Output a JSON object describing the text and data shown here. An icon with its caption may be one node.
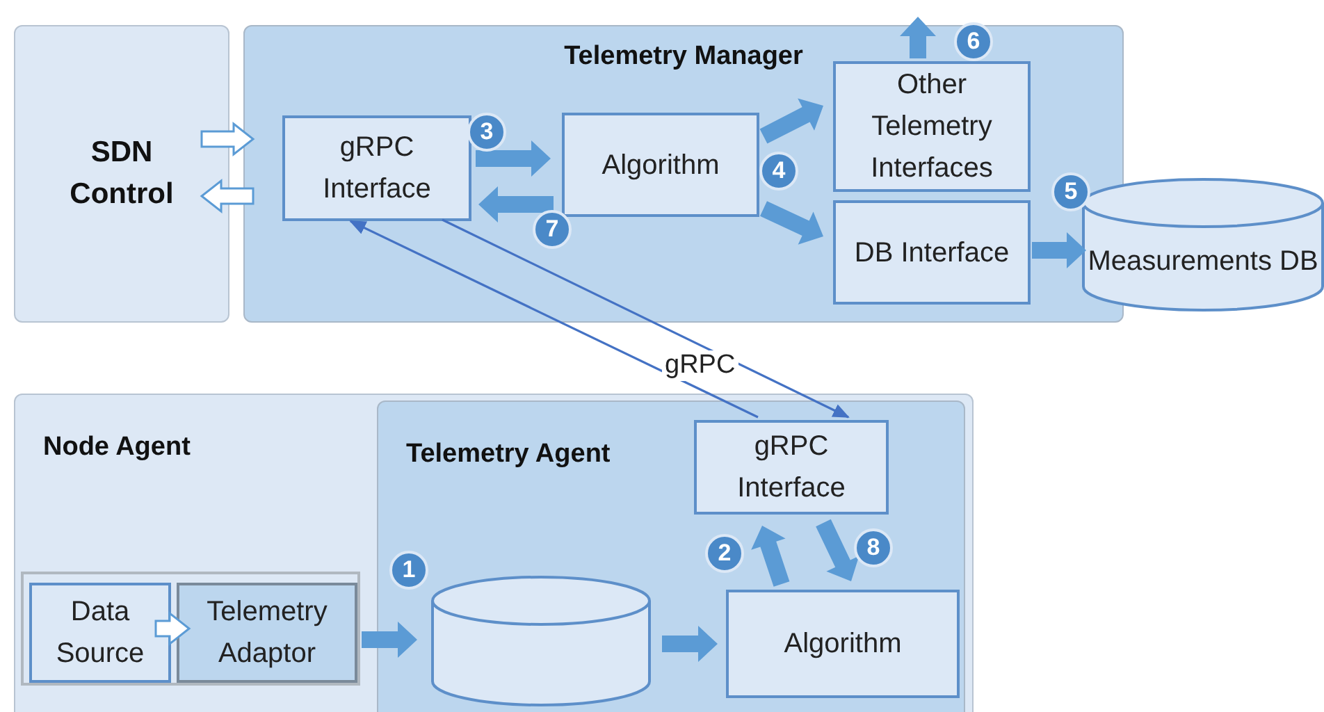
{
  "diagram": {
    "nodes": [
      {
        "text": [
          "SDN Control"
        ]
      },
      {
        "text": [
          "Telemetry Manager"
        ]
      },
      {
        "text": [
          "gRPC Interface"
        ],
        "in": 1
      },
      {
        "text": [
          "Algorithm"
        ],
        "in": 1
      },
      {
        "text": [
          "Other Telemetry Interfaces"
        ],
        "in": 1
      },
      {
        "text": [
          "DB Interface"
        ],
        "in": 1
      },
      {
        "text": [
          "Measurements DB"
        ]
      },
      {
        "text": [
          "Node Agent"
        ]
      },
      {
        "text": [
          "Telemetry Agent"
        ],
        "in": 7
      },
      {
        "text": [
          "gRPC Interface"
        ],
        "in": 8
      },
      {
        "text": [],
        "shape": "box",
        "in": 7
      },
      {
        "text": [
          "Data Source"
        ],
        "in": 10
      },
      {
        "text": [
          "Telemetry Adaptor"
        ],
        "in": 10
      },
      {
        "text": [],
        "shape": "cylinder",
        "in": 8
      },
      {
        "text": [
          "Algorithm"
        ],
        "in": 8
      }
    ],
    "edges": [
      {
        "from": 0,
        "to": 2,
        "arrow": "to",
        "style": "thick",
        "color": "#ffffff"
      },
      {
        "from": 2,
        "to": 0,
        "arrow": "to",
        "style": "thick",
        "color": "#ffffff"
      },
      {
        "from": 2,
        "to": 3,
        "arrow": "to",
        "style": "thick"
      },
      {
        "from": 3,
        "to": 2,
        "arrow": "to",
        "style": "thick"
      },
      {
        "from": 3,
        "to": 4,
        "arrow": "to",
        "style": "thick"
      },
      {
        "from": 3,
        "to": 5,
        "arrow": "to",
        "style": "thick"
      },
      {
        "from": 4,
        "to": null,
        "arrow": "to",
        "style": "thick"
      },
      {
        "from": 5,
        "to": 6,
        "arrow": "to",
        "style": "thick"
      },
      {
        "from": 9,
        "to": 2,
        "arrow": "to"
      },
      {
        "from": 2,
        "to": 9,
        "arrow": "to",
        "label": "gRPC"
      },
      {
        "from": 11,
        "to": 12,
        "arrow": "to",
        "style": "thick",
        "color": "#ffffff"
      },
      {
        "from": 12,
        "to": 13,
        "arrow": "to",
        "style": "thick"
      },
      {
        "from": 13,
        "to": 14,
        "arrow": "to",
        "style": "thick"
      },
      {
        "from": 14,
        "to": 9,
        "arrow": "to",
        "style": "thick"
      },
      {
        "from": 9,
        "to": 14,
        "arrow": "to",
        "style": "thick"
      }
    ],
    "labels": [
      "6",
      "3",
      "4",
      "5",
      "7",
      "2",
      "8",
      "1"
    ]
  }
}
